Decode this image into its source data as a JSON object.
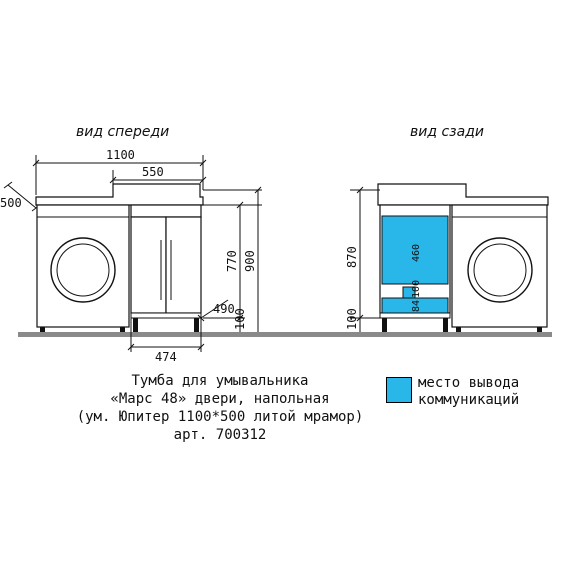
{
  "views": {
    "front_title": "вид спереди",
    "back_title": "вид сзади"
  },
  "dimensions": {
    "front_width": "1100",
    "top_width": "550",
    "depth": "500",
    "height_770": "770",
    "height_900": "900",
    "depth_490": "490",
    "leg_100_front": "100",
    "base_474": "474",
    "back_870": "870",
    "back_460": "460",
    "back_100": "100",
    "back_84": "84",
    "back_100_small": "100"
  },
  "caption": {
    "line1": "Тумба для умывальника",
    "line2": "«Марс 48» двери, напольная",
    "line3": "(ум. Юпитер 1100*500 литой мрамор)",
    "line4": "арт. 700312"
  },
  "legend": {
    "line1": "место вывода",
    "line2": "коммуникаций",
    "color": "#29b6e8"
  }
}
